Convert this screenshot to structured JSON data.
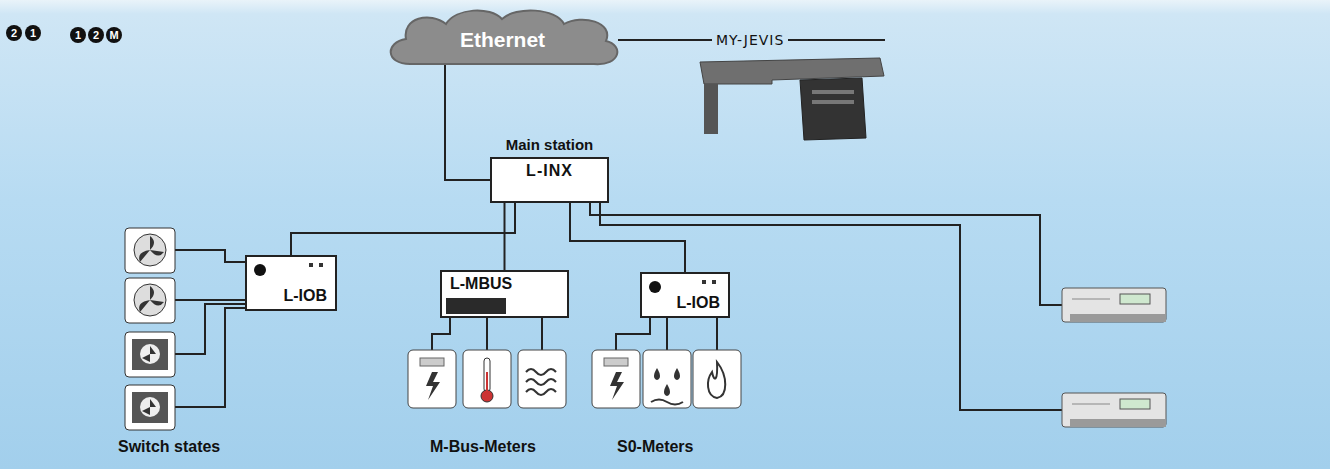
{
  "diagram": {
    "nodes": [
      {
        "text": [
          "Ethernet"
        ]
      },
      {
        "text": [
          "Main station",
          "L-INX"
        ]
      },
      {
        "text": [
          "L-IOB"
        ]
      },
      {
        "text": [
          "L-MBUS"
        ]
      },
      {
        "text": [
          "L-IOB"
        ]
      }
    ],
    "edges": [
      {
        "from": 0,
        "to": 1,
        "arrow": "none"
      },
      {
        "from": 1,
        "to": 2,
        "arrow": "none"
      },
      {
        "from": 1,
        "to": 3,
        "arrow": "none"
      },
      {
        "from": 1,
        "to": 4,
        "arrow": "none"
      }
    ],
    "labels": [
      "MY-JEVIS",
      "2",
      "1",
      "1",
      "2",
      "M",
      "Switch states",
      "M-Bus-Meters",
      "S0-Meters"
    ]
  }
}
